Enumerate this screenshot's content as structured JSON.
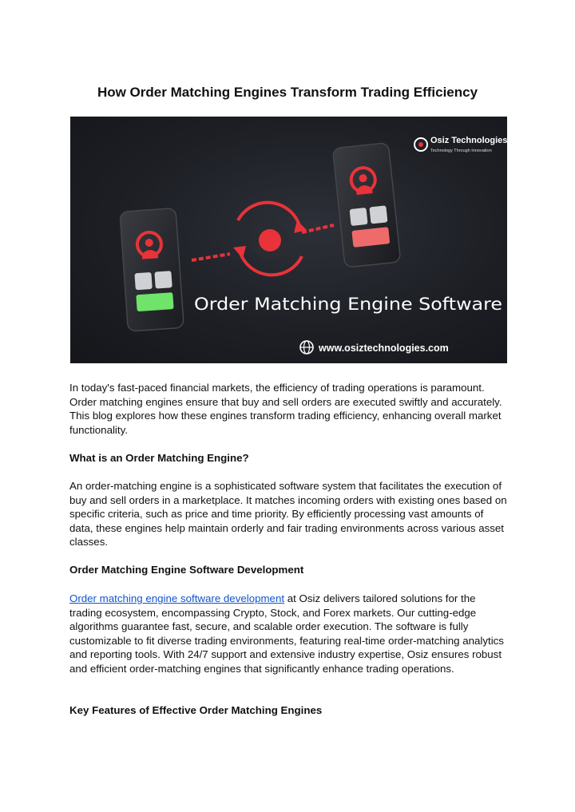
{
  "title": "How Order Matching Engines Transform Trading Efficiency",
  "banner": {
    "brand_name": "Osiz Technologies",
    "brand_tagline": "Technology Through Innovation",
    "headline": "Order Matching Engine Software",
    "website": "www.osiztechnologies.com",
    "colors": {
      "background": "#1d1f25",
      "accent_red": "#e8333a",
      "accent_green": "#6fe36a",
      "panel": "#2a2c31"
    },
    "icons": [
      "osiz-logo",
      "user-pin-icon",
      "exchange-cycle-icon",
      "globe-icon"
    ]
  },
  "intro": "In today's fast-paced financial markets, the efficiency of trading operations is paramount. Order matching engines ensure that buy and sell orders are executed swiftly and accurately. This blog explores how these engines transform trading efficiency, enhancing overall market functionality.",
  "section1": {
    "heading": "What is an Order Matching Engine?",
    "body": "An order-matching engine is a sophisticated software system that facilitates the execution of buy and sell orders in a marketplace. It matches incoming orders with existing ones based on specific criteria, such as price and time priority. By efficiently processing vast amounts of data, these engines help maintain orderly and fair trading environments across various asset classes."
  },
  "section2": {
    "heading": "Order Matching Engine Software Development",
    "link_text": "Order matching engine software development",
    "body_after_link": " at Osiz delivers tailored solutions for the trading ecosystem, encompassing Crypto, Stock, and Forex markets. Our cutting-edge algorithms guarantee fast, secure, and scalable order execution. The software is fully customizable to fit diverse trading environments, featuring real-time order-matching analytics and reporting tools. With 24/7 support and extensive industry expertise, Osiz ensures robust and efficient order-matching engines that significantly enhance trading operations."
  },
  "section3": {
    "heading": "Key Features of Effective Order Matching Engines"
  }
}
